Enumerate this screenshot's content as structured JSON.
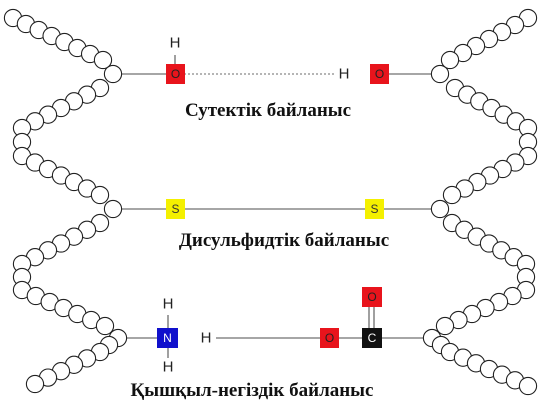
{
  "atoms": {
    "hydrogen": "H",
    "oxygen": "O",
    "sulfur": "S",
    "nitrogen": "N",
    "carbon": "C"
  },
  "colors": {
    "oxygen": "#e8141c",
    "sulfur": "#f4f000",
    "nitrogen": "#1010cc",
    "carbon": "#111111"
  },
  "labels": {
    "hydrogen_bond": "Сутектік байланыс",
    "disulfide_bond": "Дисульфидтік байланыс",
    "ionic_bond": "Қышқыл-негіздік байланыс"
  }
}
